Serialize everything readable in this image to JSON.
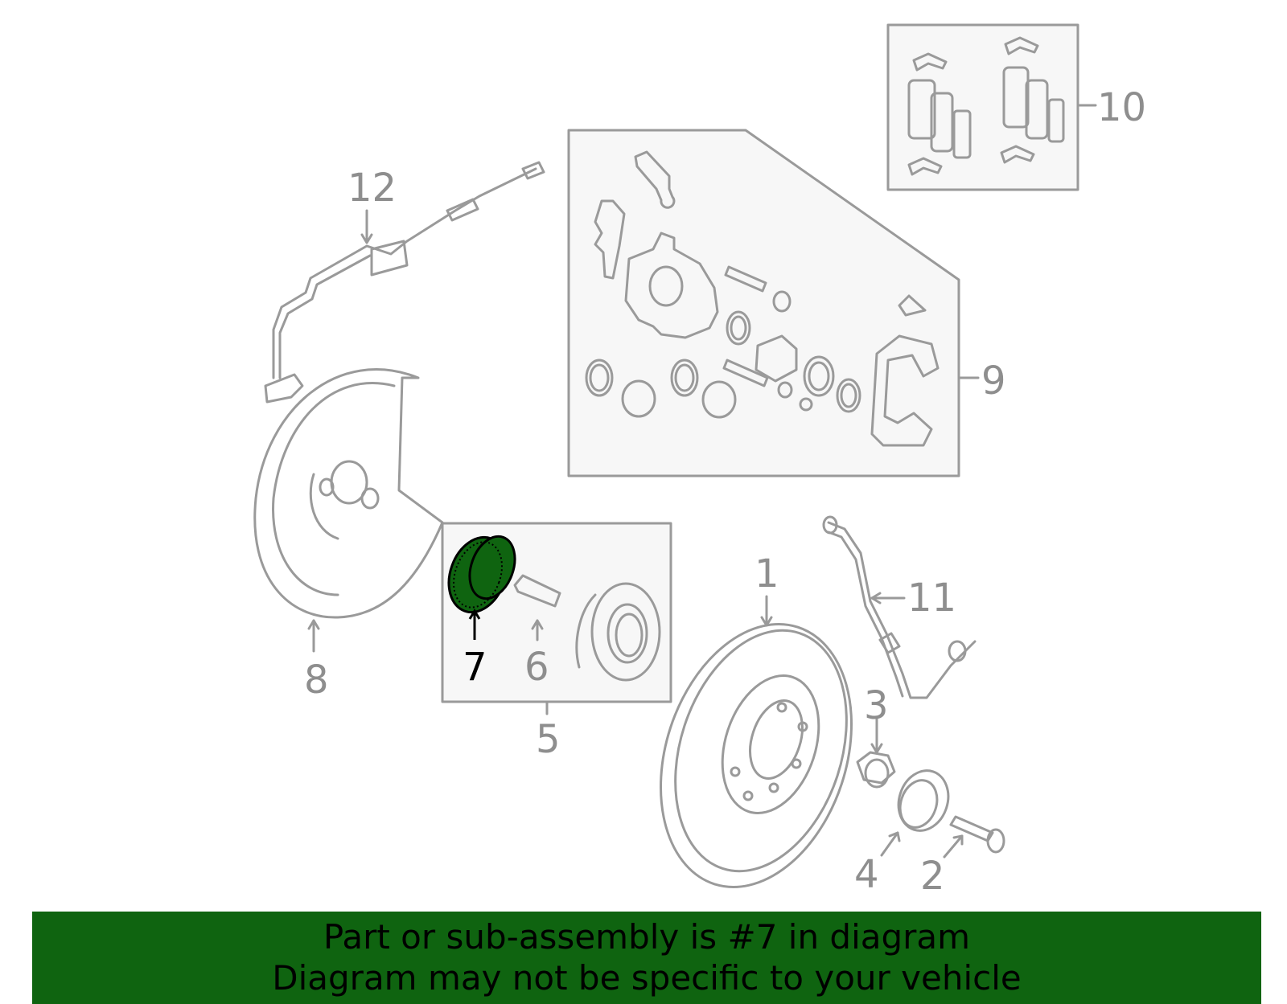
{
  "colors": {
    "line": "#9a9a9a",
    "label": "#8e8e8e",
    "box_fill": "#f7f7f7",
    "highlight_fill": "#0f6410",
    "highlight_stroke": "#000000",
    "banner_bg": "#0f6410"
  },
  "callouts": [
    {
      "id": "1",
      "label": "1"
    },
    {
      "id": "2",
      "label": "2"
    },
    {
      "id": "3",
      "label": "3"
    },
    {
      "id": "4",
      "label": "4"
    },
    {
      "id": "5",
      "label": "5"
    },
    {
      "id": "6",
      "label": "6"
    },
    {
      "id": "7",
      "label": "7",
      "highlighted": true
    },
    {
      "id": "8",
      "label": "8"
    },
    {
      "id": "9",
      "label": "9"
    },
    {
      "id": "10",
      "label": "10"
    },
    {
      "id": "11",
      "label": "11"
    },
    {
      "id": "12",
      "label": "12"
    }
  ],
  "banner": {
    "line1": "Part or sub-assembly is #7 in diagram",
    "line2": "Diagram may not be specific to your vehicle"
  }
}
